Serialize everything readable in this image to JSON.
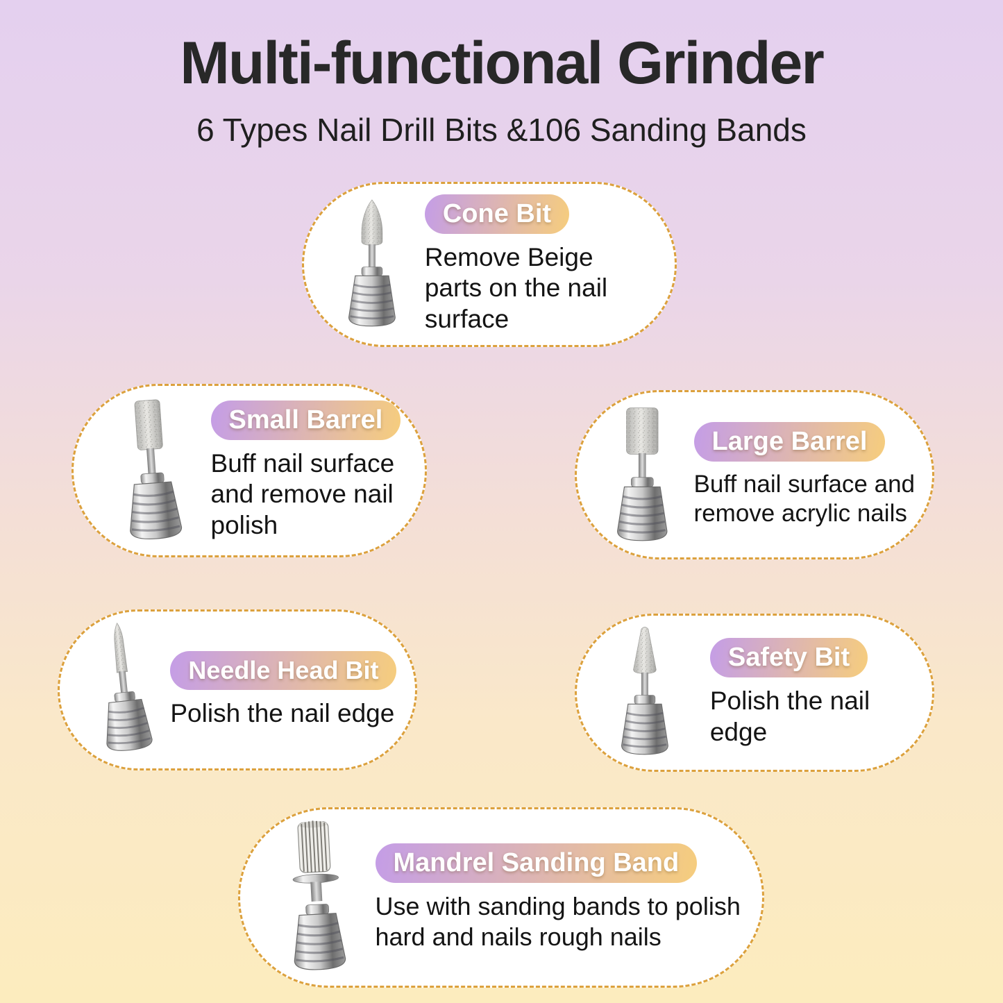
{
  "page": {
    "title": "Multi-functional Grinder",
    "subtitle": "6 Types Nail Drill Bits &106 Sanding Bands"
  },
  "cards": [
    {
      "id": "cone-bit",
      "label": "Cone Bit",
      "description": "Remove Beige parts on the nail surface"
    },
    {
      "id": "small-barrel",
      "label": "Small Barrel",
      "description": "Buff nail surface and remove nail polish"
    },
    {
      "id": "large-barrel",
      "label": "Large Barrel",
      "description": "Buff nail surface and remove acrylic nails"
    },
    {
      "id": "needle-head-bit",
      "label": "Needle Head Bit",
      "description": "Polish the nail edge"
    },
    {
      "id": "safety-bit",
      "label": "Safety Bit",
      "description": "Polish the nail edge"
    },
    {
      "id": "mandrel-sanding-band",
      "label": "Mandrel Sanding Band",
      "description": "Use with sanding bands to polish hard and nails rough nails"
    }
  ],
  "colors": {
    "bg_top": "#e4d0ef",
    "bg_bottom": "#fcecbe",
    "title_color": "#282828",
    "card_border": "#dca13d",
    "pill_start": "#c49de7",
    "pill_end": "#f6cd7d"
  }
}
